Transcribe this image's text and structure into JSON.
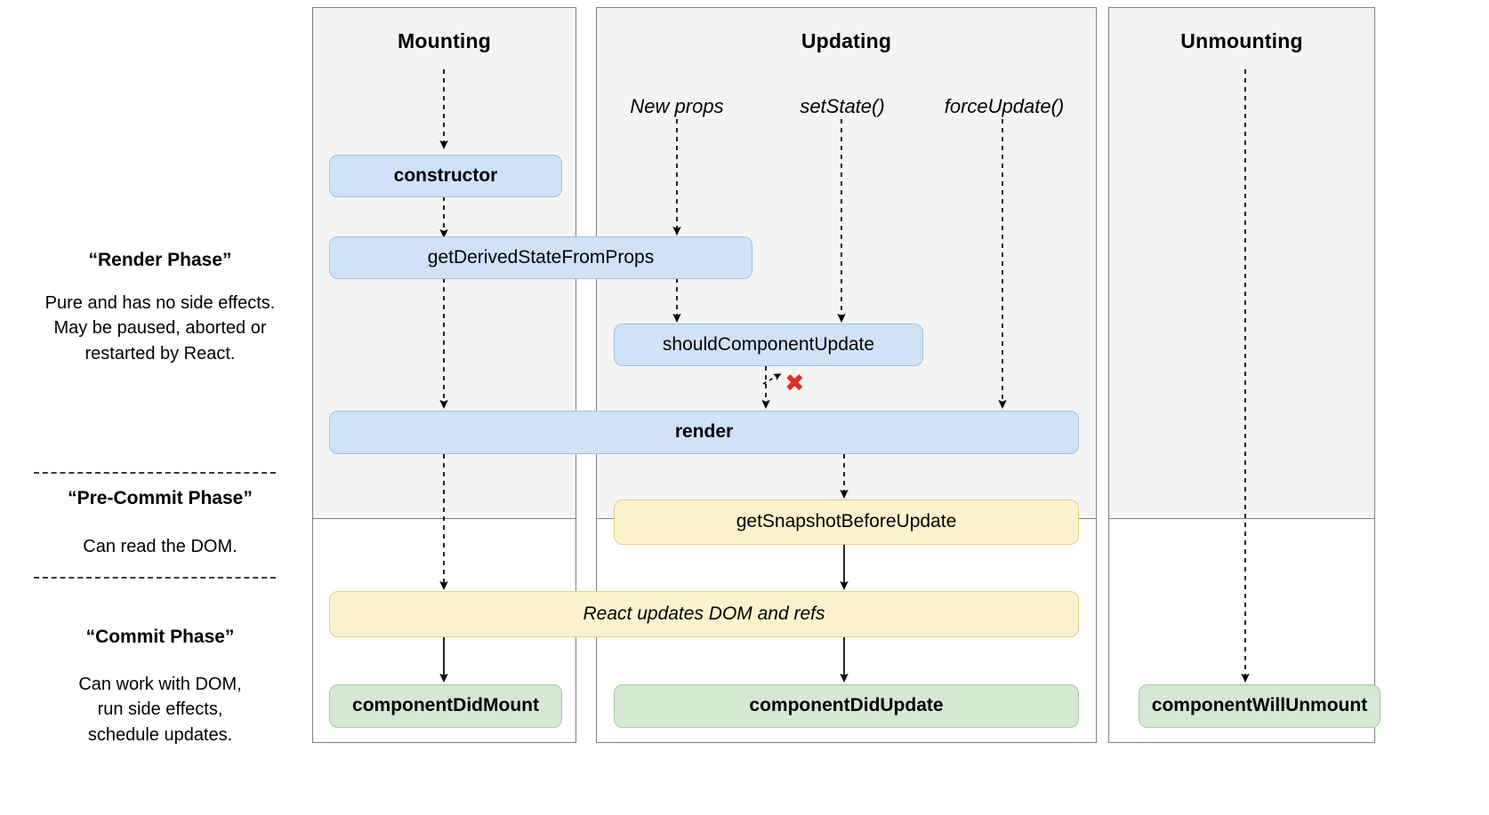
{
  "diagram": {
    "title": "React component lifecycle diagram",
    "colors": {
      "render_phase_bg": "#f4f4f4",
      "commit_phase_bg": "#ffffff",
      "blue_box": "#cfe2f8",
      "blue_border": "#9ec3e6",
      "yellow_box": "#fdf2cd",
      "yellow_border": "#e3cf8a",
      "green_box": "#d5e8d4",
      "green_border": "#a8c9a0",
      "abort_marker": "#d93025",
      "panel_border": "#808080"
    }
  },
  "columns": [
    {
      "id": "mounting",
      "title": "Mounting"
    },
    {
      "id": "updating",
      "title": "Updating"
    },
    {
      "id": "unmounting",
      "title": "Unmounting"
    }
  ],
  "triggers": [
    {
      "id": "new-props",
      "label": "New props"
    },
    {
      "id": "set-state",
      "label": "setState()"
    },
    {
      "id": "force-update",
      "label": "forceUpdate()"
    }
  ],
  "phases": [
    {
      "id": "render-phase",
      "title": "“Render Phase”",
      "description": "Pure and has no side effects.\nMay be paused, aborted or\nrestarted by React."
    },
    {
      "id": "pre-commit-phase",
      "title": "“Pre-Commit Phase”",
      "description": "Can read the DOM."
    },
    {
      "id": "commit-phase",
      "title": "“Commit Phase”",
      "description": "Can work with DOM,\nrun side effects,\nschedule updates."
    }
  ],
  "boxes": {
    "constructor": {
      "label": "constructor",
      "color": "blue",
      "style": "bold"
    },
    "get_derived_state": {
      "label": "getDerivedStateFromProps",
      "color": "blue",
      "style": "normal"
    },
    "should_component_update": {
      "label": "shouldComponentUpdate",
      "color": "blue",
      "style": "normal"
    },
    "render": {
      "label": "render",
      "color": "blue",
      "style": "bold"
    },
    "get_snapshot": {
      "label": "getSnapshotBeforeUpdate",
      "color": "yellow",
      "style": "normal"
    },
    "react_updates_dom": {
      "label": "React updates DOM and refs",
      "color": "yellow",
      "style": "italic"
    },
    "component_did_mount": {
      "label": "componentDidMount",
      "color": "green",
      "style": "bold"
    },
    "component_did_update": {
      "label": "componentDidUpdate",
      "color": "green",
      "style": "bold"
    },
    "component_will_unmount": {
      "label": "componentWillUnmount",
      "color": "green",
      "style": "bold"
    }
  },
  "markers": {
    "abort_x": "✖"
  }
}
